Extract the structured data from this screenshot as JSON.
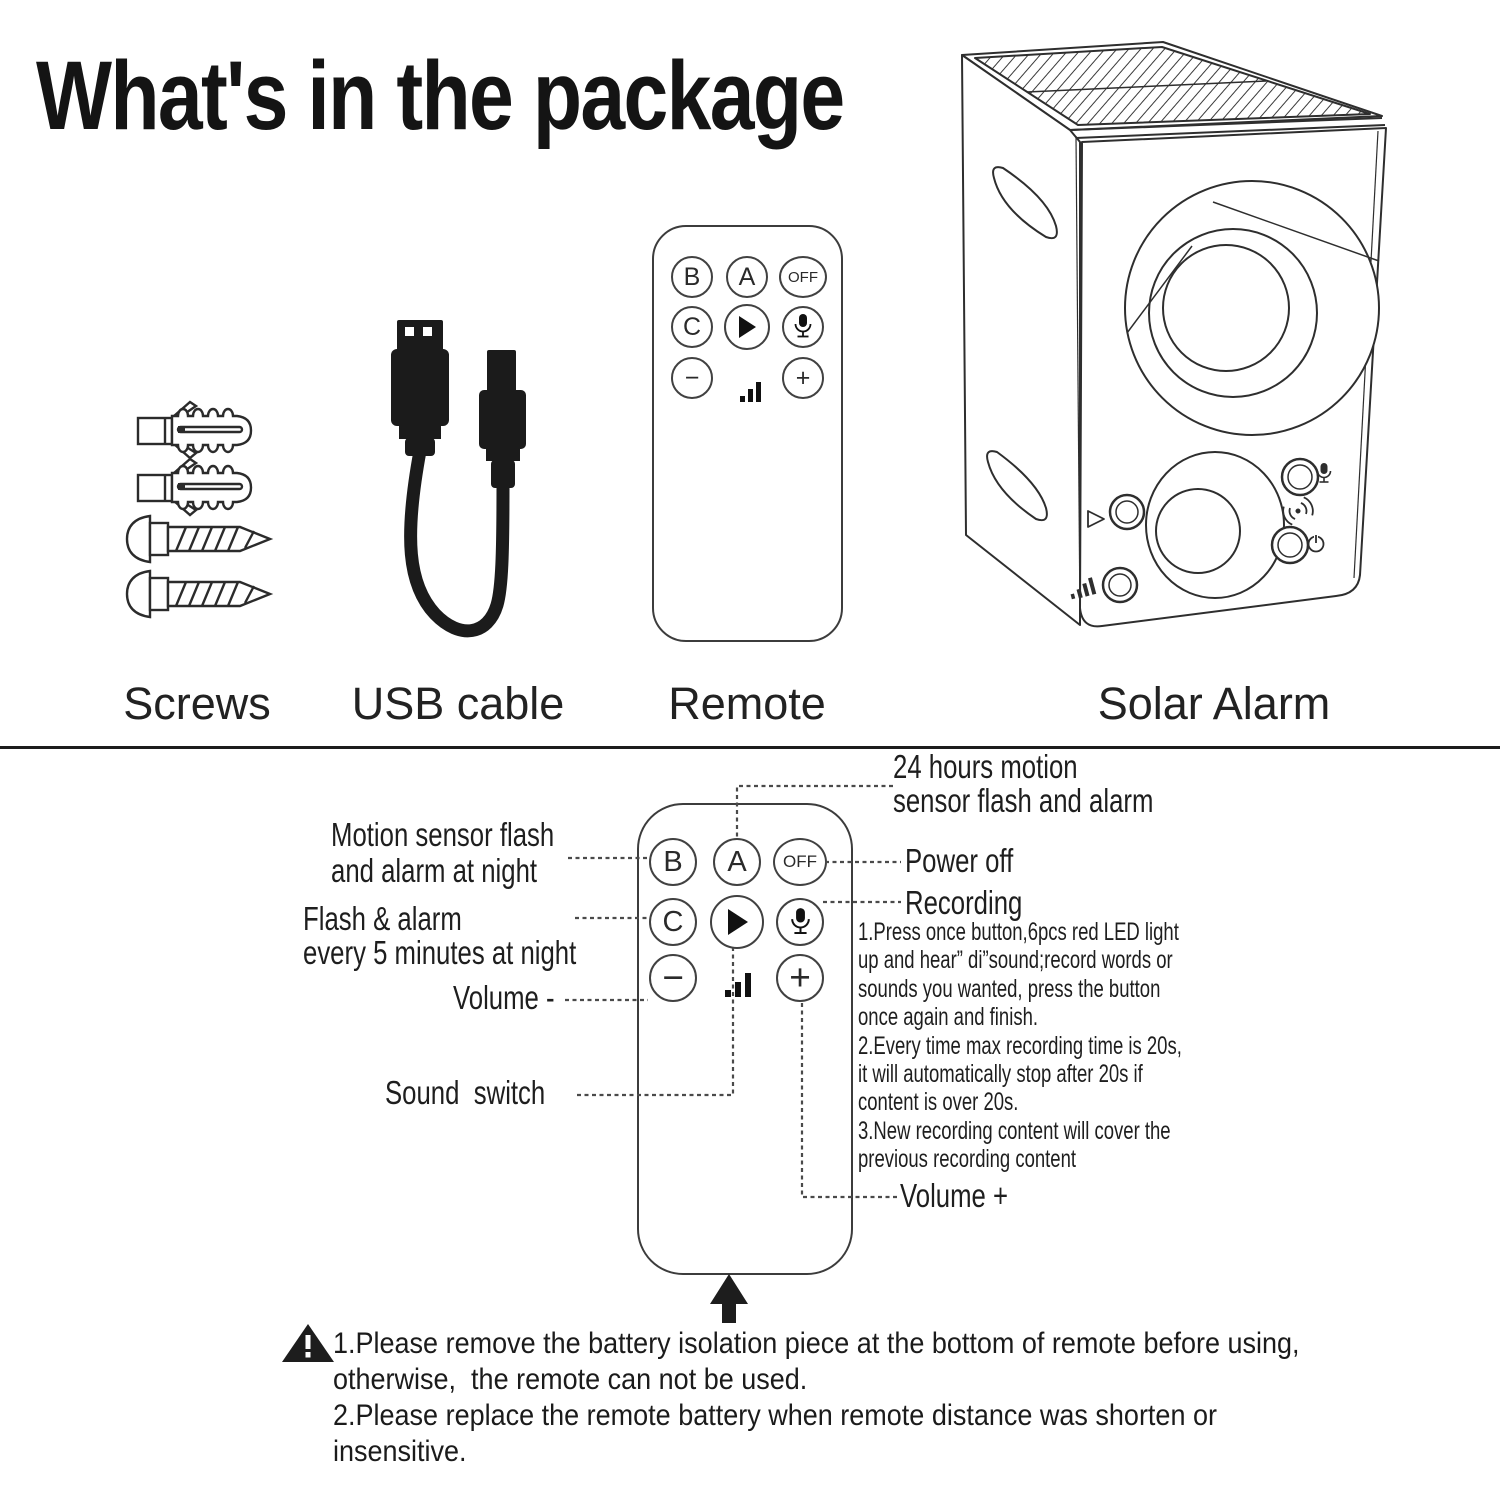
{
  "title": "What's in the package",
  "package_items": [
    {
      "id": "screws",
      "label": "Screws"
    },
    {
      "id": "usb_cable",
      "label": "USB cable"
    },
    {
      "id": "remote",
      "label": "Remote"
    },
    {
      "id": "solar_alarm",
      "label": "Solar Alarm"
    }
  ],
  "remote": {
    "buttons": {
      "b": "B",
      "a": "A",
      "off": "OFF",
      "c": "C",
      "minus": "−",
      "plus": "+"
    },
    "icons": [
      "play-icon",
      "mic-icon",
      "volume-bars-icon"
    ]
  },
  "annotations": {
    "motion_24h": [
      "24 hours motion",
      "sensor flash and alarm"
    ],
    "motion_night": [
      "Motion sensor flash",
      "and alarm at night"
    ],
    "flash_5min": [
      "Flash & alarm",
      "every 5 minutes at night"
    ],
    "volume_minus": "Volume -",
    "sound_switch": "Sound  switch",
    "power_off": "Power off",
    "recording": "Recording",
    "recording_notes": [
      "1.Press once button,6pcs red LED light",
      "up and hear” di”sound;record words or",
      "sounds you wanted, press the button",
      "once again and finish.",
      "2.Every time max recording time is 20s,",
      "it will automatically stop after 20s if",
      "content is over 20s.",
      "3.New recording content will cover the",
      "previous recording content"
    ],
    "volume_plus": "Volume +"
  },
  "warnings": [
    "1.Please remove the battery isolation piece at the bottom of remote before using,",
    "otherwise,  the remote can not be used.",
    "2.Please replace the remote battery when remote distance was shorten or",
    "insensitive."
  ],
  "colors": {
    "ink": "#1e1e1e",
    "background": "#ffffff"
  }
}
